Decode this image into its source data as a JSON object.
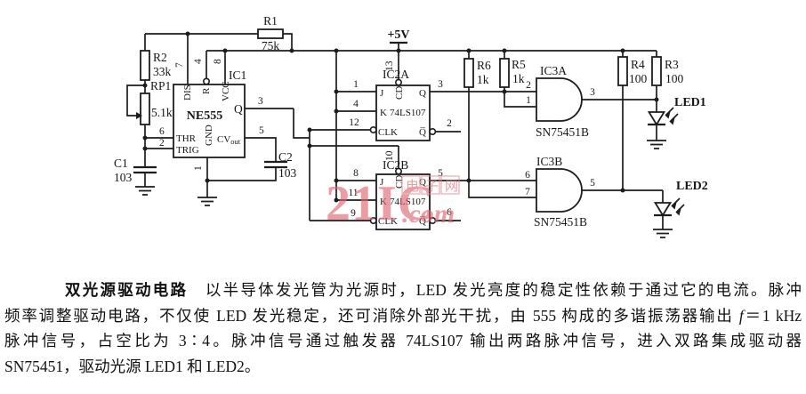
{
  "circuit": {
    "supply": "+5V",
    "r1": {
      "ref": "R1",
      "val": "75k"
    },
    "r2": {
      "ref": "R2",
      "val": "33k"
    },
    "rp1": {
      "ref": "RP1",
      "val": "5.1k"
    },
    "r3": {
      "ref": "R3",
      "val": "100"
    },
    "r4": {
      "ref": "R4",
      "val": "100"
    },
    "r5": {
      "ref": "R5",
      "val": "1k"
    },
    "r6": {
      "ref": "R6",
      "val": "1k"
    },
    "c1": {
      "ref": "C1",
      "val": "103"
    },
    "c2": {
      "ref": "C2",
      "val": "103"
    },
    "ic1": {
      "label": "IC1",
      "part": "NE555",
      "pin_dis": "7",
      "pin_reset": "4",
      "pin_vcc": "8",
      "pin_q": "3",
      "pin_thr": "6",
      "pin_trig": "2",
      "pin_cv": "5",
      "pin_gnd": "1",
      "name_dis": "DIS",
      "name_reset": "R",
      "name_vcc": "VCC",
      "name_q": "Q",
      "name_thr": "THR",
      "name_trig": "TRIG",
      "name_gnd": "GND",
      "name_cv": "CV",
      "name_cv_sub": "out"
    },
    "ic2a": {
      "label": "IC2A",
      "part": "74LS107",
      "pin_j": "1",
      "pin_k": "4",
      "pin_clk": "12",
      "pin_cd": "13",
      "pin_q": "3",
      "pin_qbar": "2",
      "name_j": "J",
      "name_k": "K",
      "name_clk": "CLK",
      "name_cd": "CD",
      "name_q": "Q",
      "name_qbar": "Q̅"
    },
    "ic2b": {
      "label": "IC2B",
      "part": "74LS107",
      "pin_j": "8",
      "pin_k": "11",
      "pin_clk": "9",
      "pin_cd": "10",
      "pin_q": "5",
      "pin_qbar": "6",
      "name_j": "J",
      "name_k": "K",
      "name_clk": "CLK",
      "name_cd": "CD",
      "name_q": "Q",
      "name_qbar": "Q̅"
    },
    "ic3a": {
      "label": "IC3A",
      "part": "SN75451B",
      "pin_in1": "2",
      "pin_in2": "1",
      "pin_out": "3"
    },
    "ic3b": {
      "label": "IC3B",
      "part": "SN75451B",
      "pin_in1": "6",
      "pin_in2": "7",
      "pin_out": "5"
    },
    "led1": "LED1",
    "led2": "LED2"
  },
  "watermark": {
    "big": "21IC",
    "boxed": "电子网",
    "tail": ".com"
  },
  "caption": {
    "title": "双光源驱动电路",
    "line1": "　以半导体发光管为光源时，LED 发光亮度的稳定性依赖于通过它的电流。脉冲",
    "line2_pre": "频率调整驱动电路，不仅使 LED 发光稳定，还可消除外部光干扰，由 555 构成的多谐振荡器输出 ",
    "line2_f": "f",
    "line2_post": "＝1 kHz",
    "line3": "脉冲信号，占空比为 3∶4。脉冲信号通过触发器 74LS107 输出两路脉冲信号，进入双路集成驱动器",
    "line4": "SN75451，驱动光源 LED1 和 LED2。"
  }
}
